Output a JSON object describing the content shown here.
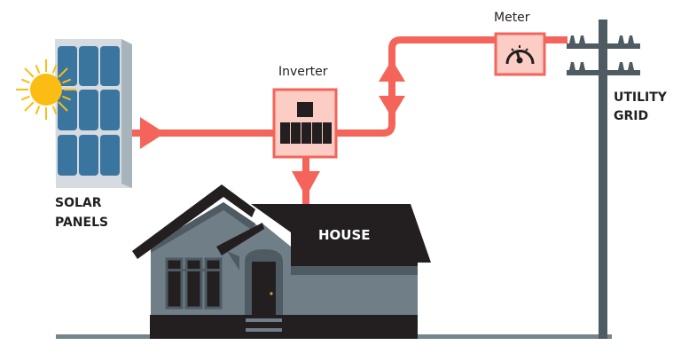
{
  "diagram": {
    "title": "Grid-tied solar power system",
    "components": {
      "solar_panels": {
        "label_line1": "SOLAR",
        "label_line2": "PANELS",
        "icon": "solar-panel-icon"
      },
      "sun": {
        "icon": "sun-icon"
      },
      "inverter": {
        "label": "Inverter",
        "icon": "inverter-icon"
      },
      "meter": {
        "label": "Meter",
        "icon": "gauge-icon"
      },
      "utility_grid": {
        "label_line1": "UTILITY",
        "label_line2": "GRID",
        "icon": "utility-pole-icon"
      },
      "house": {
        "label": "HOUSE",
        "icon": "house-icon"
      }
    },
    "flows": [
      {
        "from": "solar_panels",
        "to": "inverter",
        "direction": "one-way"
      },
      {
        "from": "inverter",
        "to": "house",
        "direction": "one-way"
      },
      {
        "from": "inverter",
        "to": "meter",
        "direction": "two-way"
      },
      {
        "from": "meter",
        "to": "utility_grid",
        "direction": "connection"
      }
    ],
    "colors": {
      "flow": "#f4645a",
      "box_fill": "#fccdc4",
      "dark": "#231f20",
      "slate": "#4f5b63",
      "wall": "#6f7e87",
      "panel_cell": "#3a75a0",
      "panel_frame": "#d5dbe0",
      "sun": "#fbbc13"
    }
  }
}
